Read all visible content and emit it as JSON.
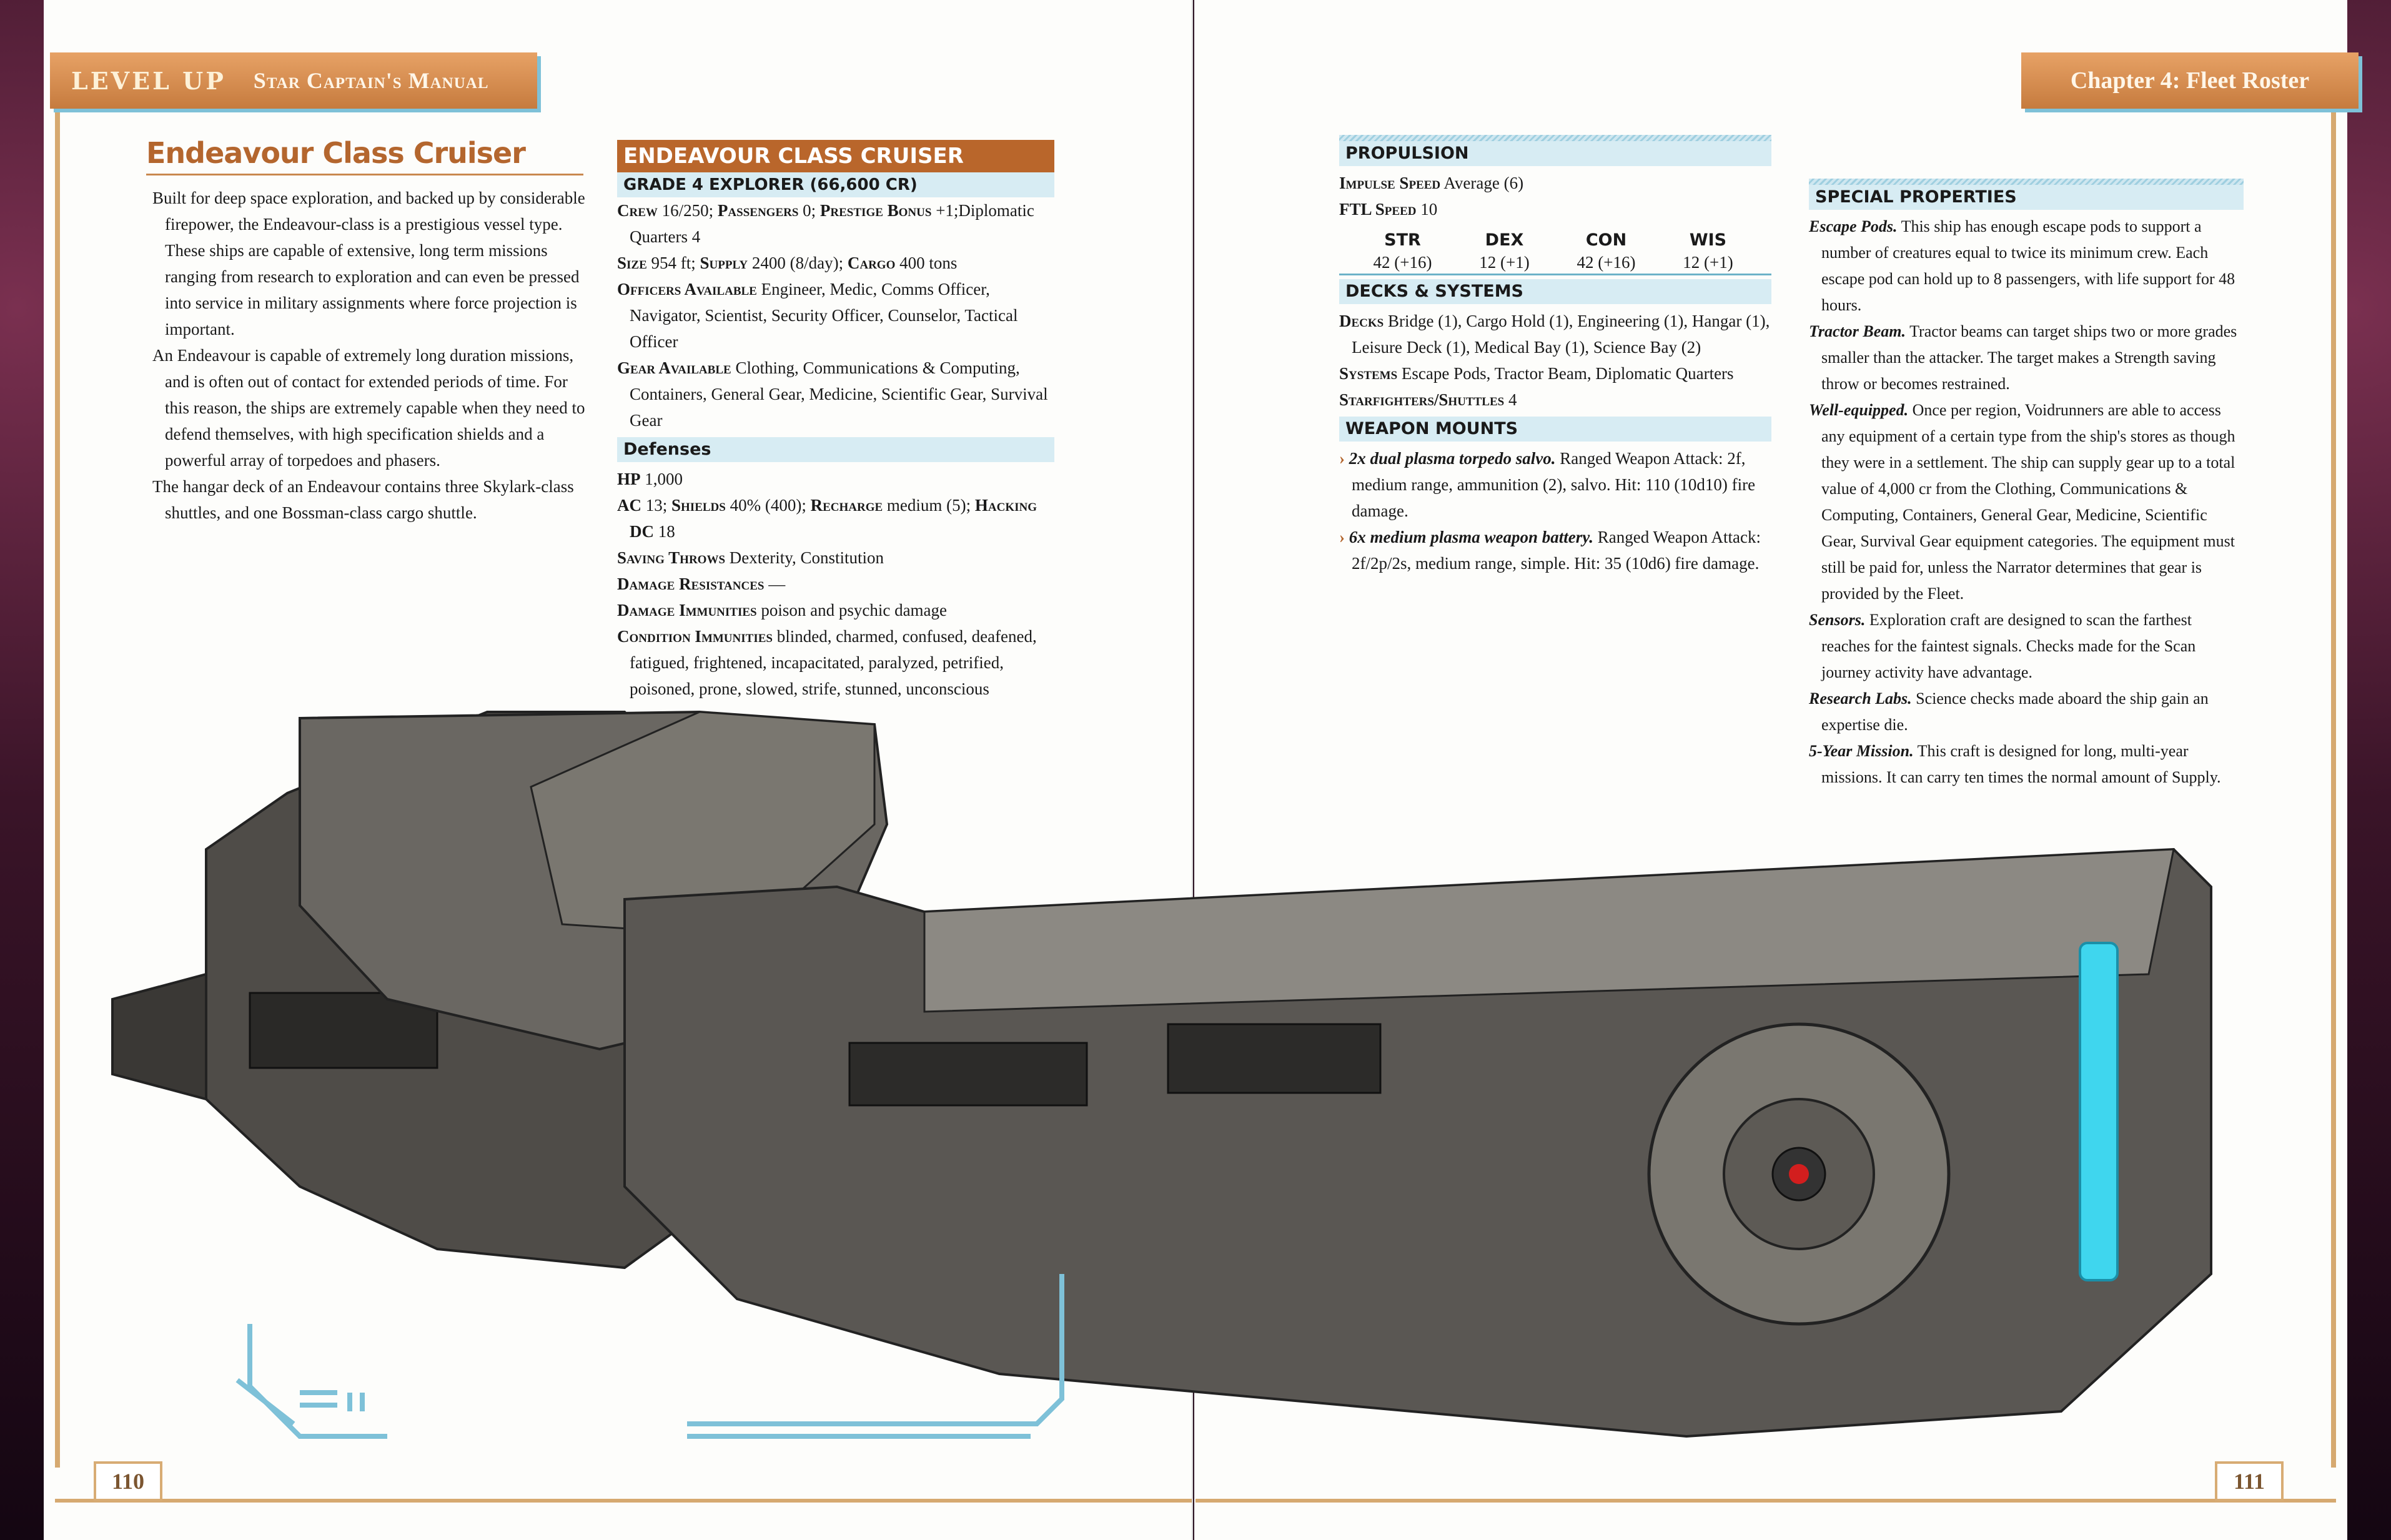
{
  "header": {
    "brand": "LEVEL UP",
    "book_title": "Star Captain's Manual",
    "chapter": "Chapter 4: Fleet Roster"
  },
  "page_numbers": {
    "left": "110",
    "right": "111"
  },
  "section": {
    "title": "Endeavour Class Cruiser",
    "paragraphs": [
      "Built for deep space exploration, and backed up by considerable firepower, the Endeavour-class is a prestigious vessel type. These ships are capable of extensive, long term missions ranging from research to exploration and can even be pressed into service in military assignments where force projection is important.",
      "An Endeavour is capable of extremely long duration missions, and is often out of contact for extended periods of time. For this reason, the ships are extremely capable when they need to defend themselves, with high specification shields and a powerful array of torpedoes and phasers.",
      "The hangar deck of an Endeavour contains three Skylark-class shuttles, and one Bossman-class cargo shuttle."
    ]
  },
  "statblock": {
    "name": "ENDEAVOUR CLASS CRUISER",
    "grade": "GRADE 4 EXPLORER (66,600 CR)",
    "crew_label": "Crew",
    "crew_value": "16/250;",
    "passengers_label": "Passengers",
    "passengers_value": "0;",
    "prestige_label": "Prestige Bonus",
    "prestige_value": "+1;Diplomatic Quarters 4",
    "size_label": "Size",
    "size_value": "954 ft;",
    "supply_label": "Supply",
    "supply_value": "2400 (8/day);",
    "cargo_label": "Cargo",
    "cargo_value": "400 tons",
    "officers_label": "Officers Available",
    "officers_value": "Engineer, Medic, Comms Officer, Navigator, Scientist, Security Officer, Counselor, Tactical Officer",
    "gear_label": "Gear Available",
    "gear_value": "Clothing, Communications & Computing, Containers, General Gear, Medicine, Scientific Gear, Survival Gear",
    "defenses_head": "Defenses",
    "hp_label": "HP",
    "hp_value": "1,000",
    "ac_label": "AC",
    "ac_value": "13;",
    "shields_label": "Shields",
    "shields_value": "40% (400);",
    "recharge_label": "Recharge",
    "recharge_value": "medium (5);",
    "hacking_label": "Hacking DC",
    "hacking_value": "18",
    "saves_label": "Saving Throws",
    "saves_value": "Dexterity, Constitution",
    "resist_label": "Damage Resistances",
    "resist_value": "—",
    "immune_label": "Damage Immunities",
    "immune_value": "poison and psychic damage",
    "cond_label": "Condition Immunities",
    "cond_value": "blinded, charmed, confused, deafened, fatigued, frightened, incapacitated, paralyzed, petrified, poisoned, prone, slowed, strife, stunned, unconscious",
    "propulsion_head": "PROPULSION",
    "impulse_label": "Impulse Speed",
    "impulse_value": "Average (6)",
    "ftl_label": "FTL Speed",
    "ftl_value": "10",
    "abilities": [
      {
        "label": "STR",
        "value": "42 (+16)"
      },
      {
        "label": "DEX",
        "value": "12 (+1)"
      },
      {
        "label": "CON",
        "value": "42 (+16)"
      },
      {
        "label": "WIS",
        "value": "12 (+1)"
      }
    ],
    "decks_head": "DECKS & SYSTEMS",
    "decks_label": "Decks",
    "decks_value": "Bridge (1), Cargo Hold (1), Engineering (1), Hangar (1), Leisure Deck (1), Medical Bay (1), Science Bay (2)",
    "systems_label": "Systems",
    "systems_value": "Escape Pods, Tractor Beam, Diplomatic Quarters",
    "fighters_label": "Starfighters/Shuttles",
    "fighters_value": "4",
    "weapons_head": "WEAPON MOUNTS",
    "weapons": [
      {
        "name": "2x dual plasma torpedo salvo.",
        "text": "Ranged Weapon Attack: 2f, medium range, ammunition (2), salvo. Hit: 110 (10d10) fire damage."
      },
      {
        "name": "6x medium plasma weapon battery.",
        "text": "Ranged Weapon Attack: 2f/2p/2s, medium range, simple. Hit: 35 (10d6) fire damage."
      }
    ],
    "special_head": "SPECIAL PROPERTIES",
    "special": [
      {
        "name": "Escape Pods.",
        "text": "This ship has enough escape pods to support a number of creatures equal to twice its minimum crew. Each escape pod can hold up to 8 passengers, with life support for 48 hours."
      },
      {
        "name": "Tractor Beam.",
        "text": "Tractor beams can target ships two or more grades smaller than the attacker. The target makes a Strength saving throw or becomes restrained."
      },
      {
        "name": "Well-equipped.",
        "text": "Once per region, Voidrunners are able to access any equipment of a certain type from the ship's stores as though they were in a settlement. The ship can supply gear up to a total value of 4,000 cr from the Clothing, Communications & Computing, Containers, General Gear, Medicine, Scientific Gear, Survival Gear equipment categories. The equipment must still be paid for, unless the Narrator determines that gear is provided by the Fleet."
      },
      {
        "name": "Sensors.",
        "text": "Exploration craft are designed to scan the farthest reaches for the faintest signals. Checks made for the Scan journey activity have advantage."
      },
      {
        "name": "Research Labs.",
        "text": "Science checks made aboard the ship gain an expertise die."
      },
      {
        "name": "5-Year Mission.",
        "text": "This craft is designed for long, multi-year missions. It can carry ten times the normal amount of Supply."
      }
    ]
  },
  "colors": {
    "accent_orange": "#b9662b",
    "accent_blue": "#6cb2c8",
    "gold_border": "#d8ac74",
    "engine_glow": "#3fd6ee"
  }
}
